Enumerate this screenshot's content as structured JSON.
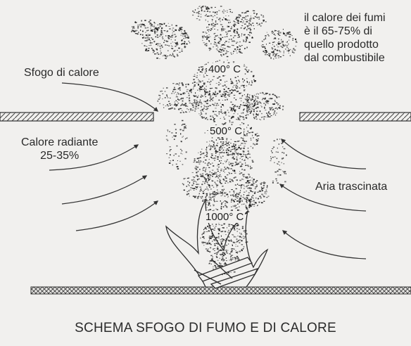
{
  "labels": {
    "fumes_note": [
      "il calore dei fumi",
      "è  il 65-75% di",
      "quello prodotto",
      "dal combustibile"
    ],
    "heat_vent": "Sfogo di calore",
    "radiant_heat": [
      "Calore radiante",
      "25-35%"
    ],
    "entrained_air": "Aria trascinata"
  },
  "temperatures": {
    "t400": "400° C",
    "t500": "500° C",
    "t1000": "1000° C"
  },
  "title": "SCHEMA SFOGO DI FUMO E DI CALORE",
  "colors": {
    "background": "#f1f0ee",
    "ink": "#2a2a2a",
    "smoke": "#1c1c1c",
    "arrow": "#333333"
  },
  "icons": [
    "fire-icon",
    "smoke-plume-icon",
    "arrow-icon"
  ]
}
